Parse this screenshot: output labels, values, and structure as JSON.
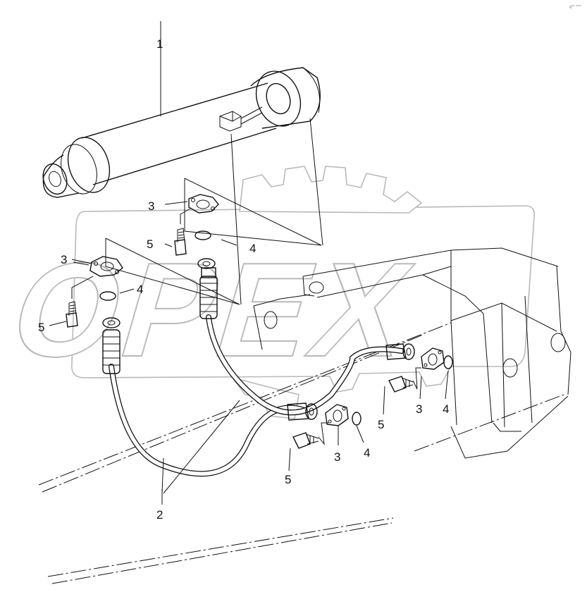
{
  "diagram": {
    "callouts": {
      "cylinder": "1",
      "hoses": "2",
      "flange_upper": "3",
      "flange_left": "3",
      "flange_lower": "3",
      "flange_right": "3",
      "oring_upper": "4",
      "oring_left": "4",
      "oring_lower": "4",
      "oring_right": "4",
      "bolt_upper": "5",
      "bolt_left": "5",
      "bolt_lower": "5",
      "bolt_right": "5"
    },
    "watermark_text": "OPEX",
    "corner_mark": "g⁰⁰ ⁰⁰⁰⁰"
  },
  "colors": {
    "line": "#111111",
    "watermark": "#b9b9b9",
    "background": "#ffffff"
  }
}
